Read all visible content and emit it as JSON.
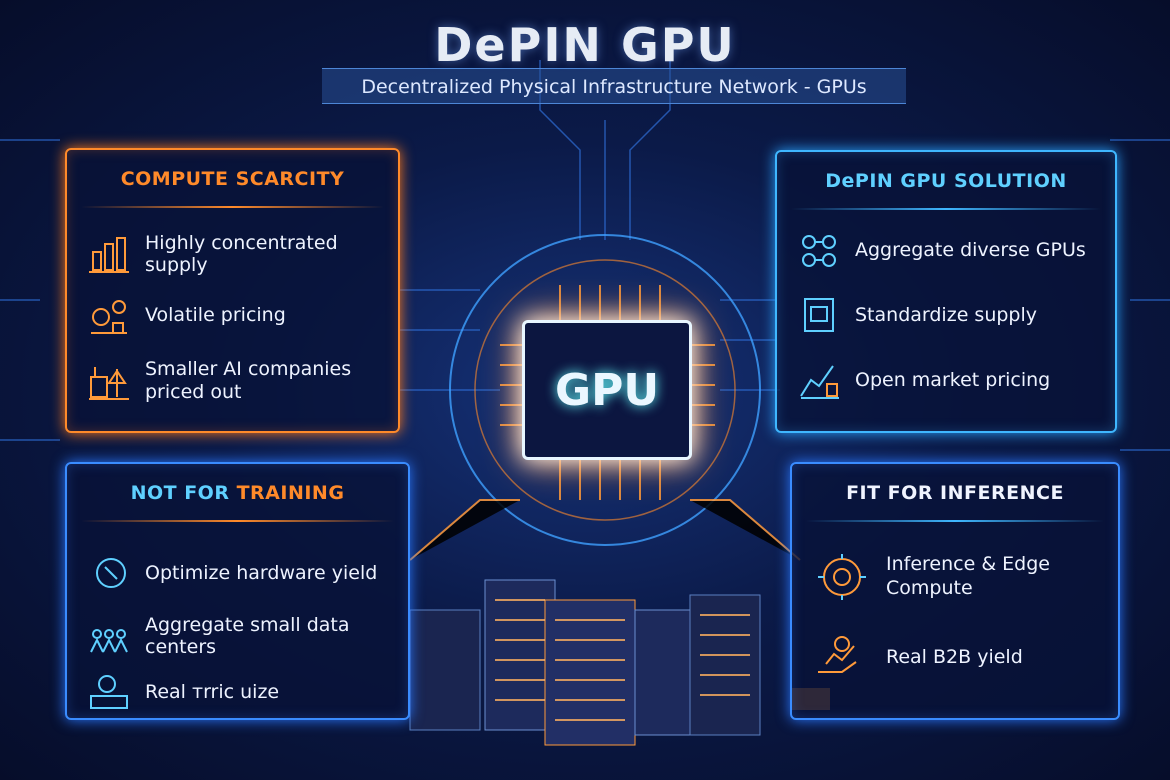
{
  "header": {
    "title": "DePIN GPU",
    "subtitle": "Decentralized Physical Infrastructure Network - GPUs"
  },
  "chip": {
    "label": "GPU"
  },
  "panels": {
    "compute_scarcity": {
      "title": "COMPUTE SCARCITY",
      "items": [
        {
          "label": "Highly concentrated supply",
          "icon": "building-chart-icon"
        },
        {
          "label": "Volatile pricing",
          "icon": "gears-chart-icon"
        },
        {
          "label": "Smaller AI companies priced out",
          "icon": "factory-scale-icon"
        }
      ]
    },
    "solution": {
      "title": "DePIN GPU SOLUTION",
      "items": [
        {
          "label": "Aggregate diverse GPUs",
          "icon": "network-nodes-icon"
        },
        {
          "label": "Standardize supply",
          "icon": "chip-box-icon"
        },
        {
          "label": "Open market pricing",
          "icon": "market-chart-icon"
        }
      ]
    },
    "not_training": {
      "title_part1": "NOT FOR ",
      "title_part2": "TRAINING",
      "items": [
        {
          "label": "Optimize hardware yield",
          "icon": "gauge-icon"
        },
        {
          "label": "Aggregate small data centers",
          "icon": "people-group-icon"
        },
        {
          "label": "Real тrric uize",
          "icon": "user-desk-icon"
        }
      ]
    },
    "inference": {
      "title": "FIT FOR INFERENCE",
      "items": [
        {
          "label": "Inference & Edge Compute",
          "icon": "edge-compute-icon"
        },
        {
          "label": "Real B2B yield",
          "icon": "yield-hand-icon"
        }
      ]
    }
  },
  "colors": {
    "orange": "#ff8a2a",
    "cyan": "#3fb7ff",
    "blue": "#3a8cff",
    "bg": "#0b1a48"
  }
}
